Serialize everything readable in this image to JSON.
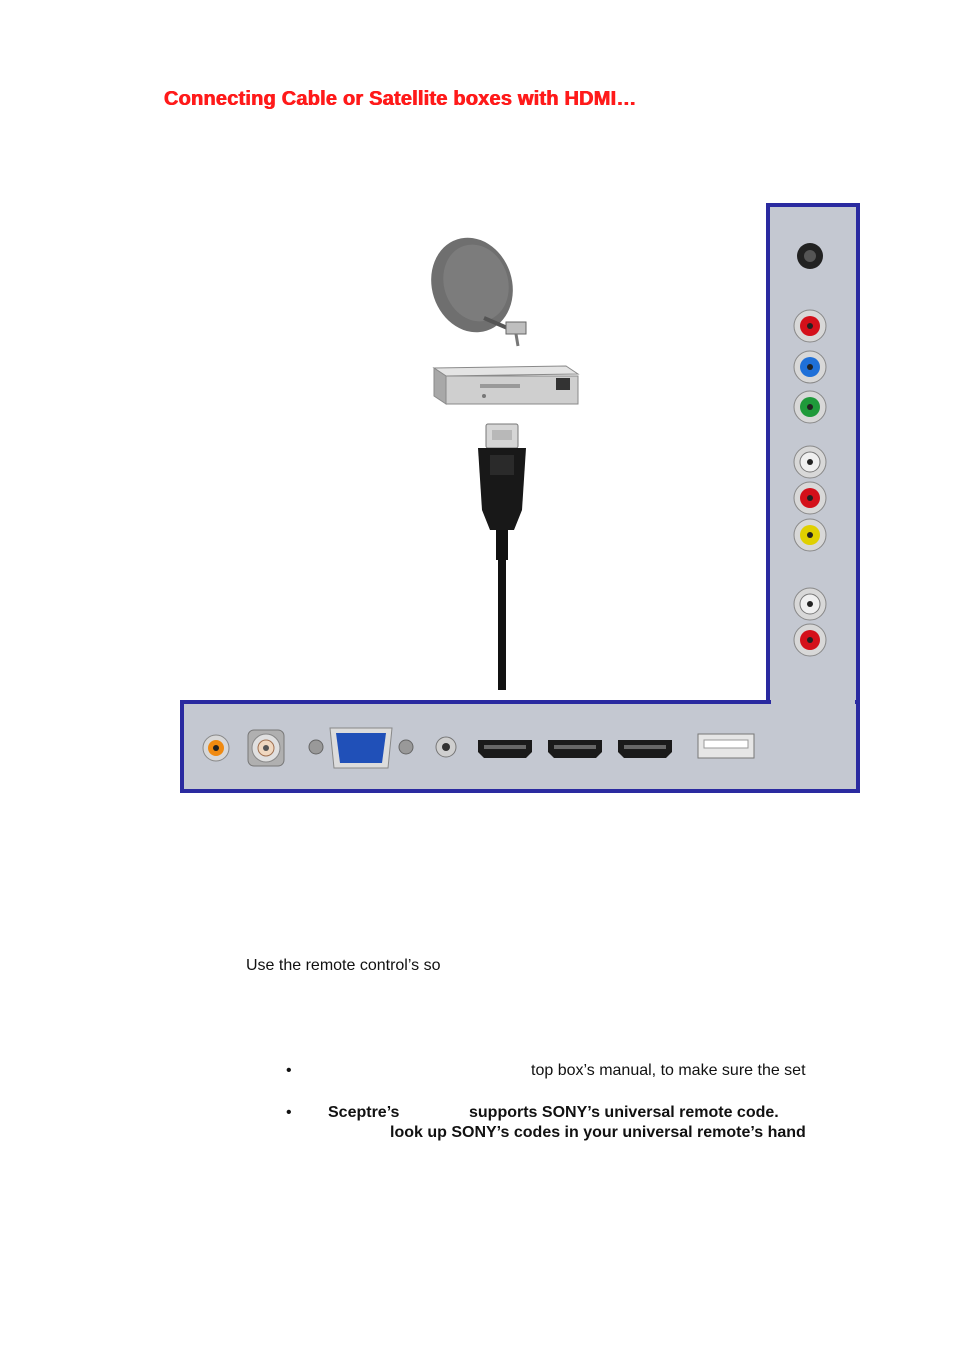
{
  "page": {
    "title": "Connecting Cable or Satellite boxes with HDMI…"
  },
  "text": {
    "remote_line": "Use the remote control’s so",
    "bullet1": "top box’s manual, to make sure the set",
    "bullet2_a": "Sceptre’s",
    "bullet2_b": "supports SONY’s universal remote code.",
    "bullet2_c": "look up SONY’s codes in your universal remote’s hand"
  },
  "colors": {
    "title": "#ff1a1a",
    "panel_fill": "#c4c8d1",
    "panel_border": "#2a2aa0",
    "jack_red": "#d4101a",
    "jack_blue": "#1f70d8",
    "jack_green": "#1f9a3a",
    "jack_white": "#e8e8e8",
    "jack_yellow": "#e0d000",
    "jack_orange": "#f08a10",
    "vga_blue": "#2050b8"
  },
  "icons": {
    "dish": "satellite-dish-icon",
    "receiver": "set-top-box-icon",
    "cable": "hdmi-cable-icon"
  }
}
